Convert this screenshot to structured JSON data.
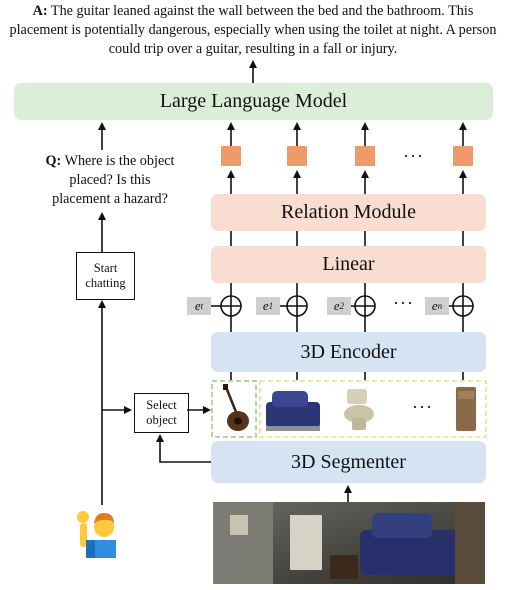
{
  "answer": {
    "prefix": "A:",
    "text": " The guitar leaned against the wall between the bed and the bathroom. This placement is potentially dangerous, especially when using the toilet at night. A person could trip over a guitar, resulting in a fall or injury."
  },
  "question": {
    "prefix": "Q:",
    "text": " Where is the object placed? Is this placement a hazard?"
  },
  "modules": {
    "llm": "Large Language Model",
    "relation": "Relation Module",
    "linear": "Linear",
    "encoder": "3D Encoder",
    "segmenter": "3D Segmenter"
  },
  "actions": {
    "start_chatting": "Start chatting",
    "select_object": "Select object"
  },
  "embeddings": {
    "target": {
      "base": "e",
      "sub": "t"
    },
    "items": [
      {
        "base": "e",
        "sub": "1"
      },
      {
        "base": "e",
        "sub": "2"
      },
      {
        "base": "e",
        "sub": "n"
      }
    ]
  },
  "ellipsis": "···",
  "colors": {
    "llm": "#dbeed7",
    "relation": "#f9ddd0",
    "encoder": "#d6e3f3",
    "token": "#ef9a6b",
    "selected_outline": "#9ec98a",
    "object_outline": "#f0dc8a"
  },
  "icons": [
    "person-raising-hand-icon",
    "guitar-object",
    "sofa-object",
    "toilet-object",
    "cabinet-object",
    "room-scan-image"
  ]
}
